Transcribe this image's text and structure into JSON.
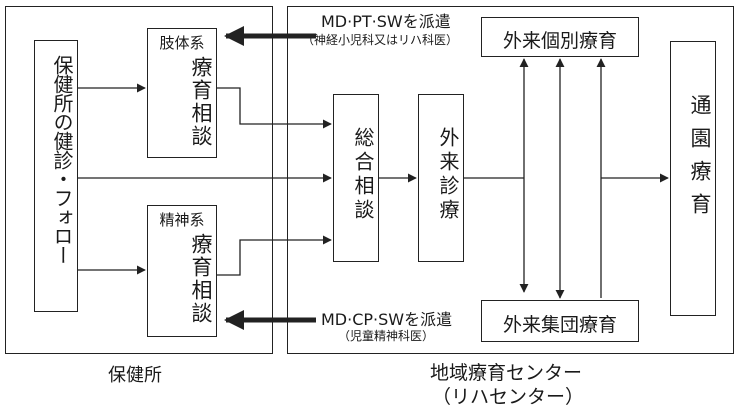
{
  "regions": {
    "health_center": "保健所",
    "center_line1": "地域療育センター",
    "center_line2": "（リハセンター）"
  },
  "health_center": {
    "followup": "保健所の健診・フォロー",
    "physical": {
      "category": "肢体系",
      "title": "療育相談"
    },
    "mental": {
      "category": "精神系",
      "title": "療育相談"
    }
  },
  "center": {
    "general_consultation": "総合相談",
    "outpatient_exam": "外来診療",
    "individual_therapy": "外来個別療育",
    "group_therapy": "外来集団療育",
    "day_therapy": "通園療育"
  },
  "dispatch": {
    "top": {
      "main": "MD·PT·SWを派遣",
      "sub": "（神経小児科又はリハ科医）"
    },
    "bottom": {
      "main": "MD·CP·SWを派遣",
      "sub": "（児童精神科医）"
    }
  }
}
